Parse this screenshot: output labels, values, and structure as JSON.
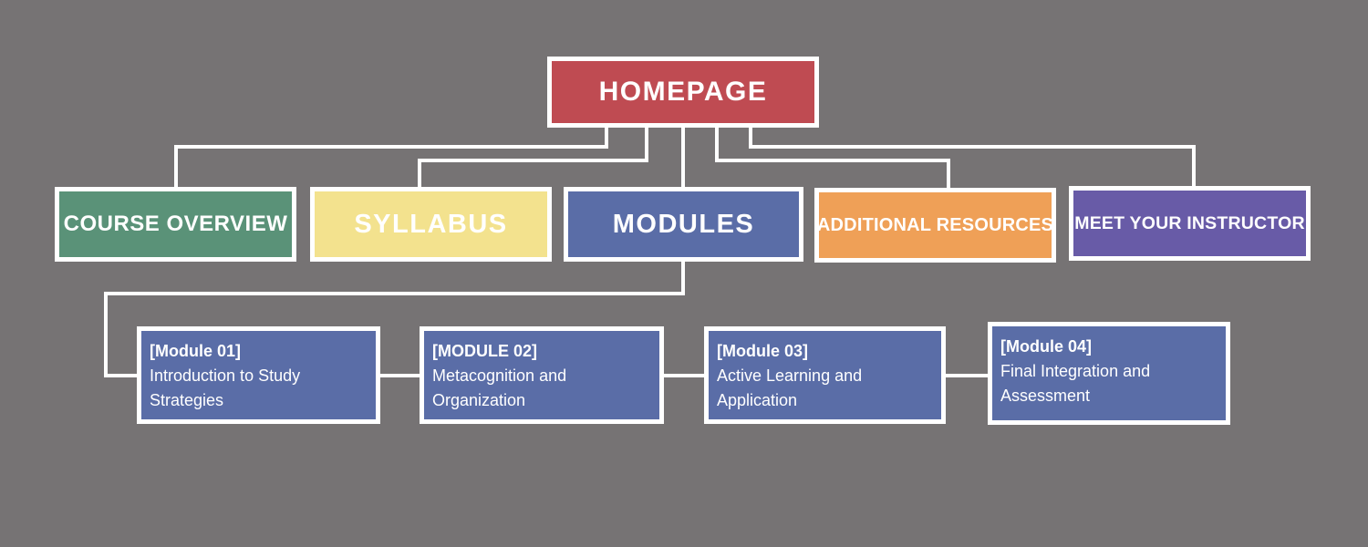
{
  "diagram": {
    "background_color": "#767374",
    "connector_color": "#ffffff",
    "text_color": "#ffffff"
  },
  "nodes": {
    "homepage": {
      "label": "HOMEPAGE",
      "color": "#bf4b52"
    },
    "course_overview": {
      "label": "COURSE OVERVIEW",
      "color": "#5a9278"
    },
    "syllabus": {
      "label": "SYLLABUS",
      "color": "#f3e28e"
    },
    "modules": {
      "label": "MODULES",
      "color": "#5a6da7"
    },
    "additional_resources": {
      "label": "ADDITIONAL RESOURCES",
      "color": "#efa057"
    },
    "meet_your_instructor": {
      "label": "MEET YOUR INSTRUCTOR",
      "color": "#685ba7"
    },
    "module_01": {
      "tag": "[Module 01]",
      "title": "Introduction to Study Strategies",
      "color": "#5a6da7"
    },
    "module_02": {
      "tag": "[MODULE 02]",
      "title": "Metacognition and Organization",
      "color": "#5a6da7"
    },
    "module_03": {
      "tag": "[Module 03]",
      "title": "Active Learning and Application",
      "color": "#5a6da7"
    },
    "module_04": {
      "tag": "[Module 04]",
      "title": "Final Integration and Assessment",
      "color": "#5a6da7"
    }
  }
}
